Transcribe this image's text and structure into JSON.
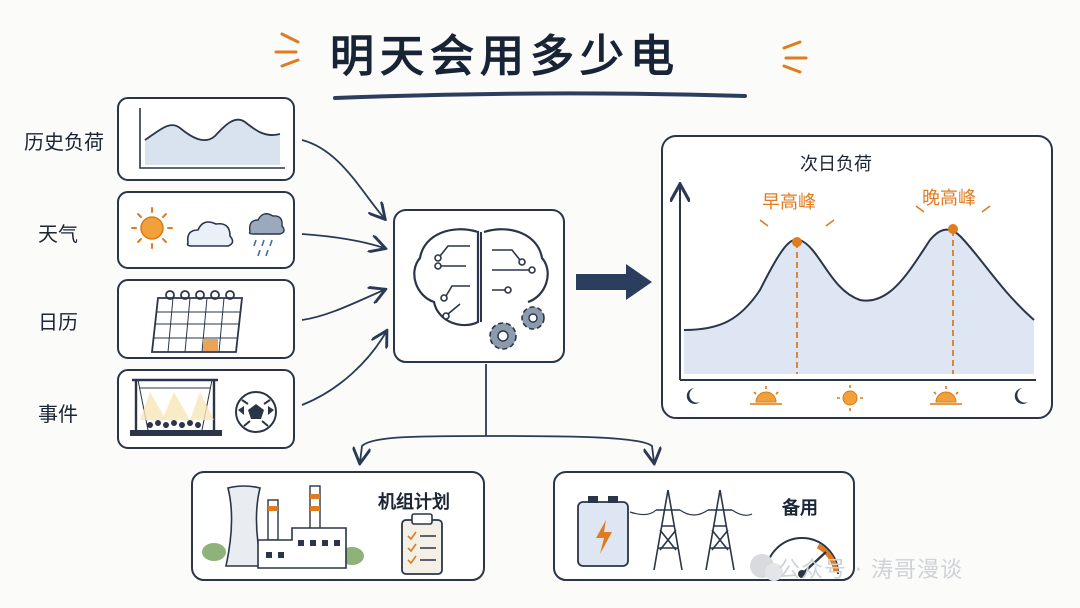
{
  "title": "明天会用多少电",
  "inputs": [
    {
      "label": "历史负荷",
      "icon": "history-load-chart-icon"
    },
    {
      "label": "天气",
      "icon": "weather-icon"
    },
    {
      "label": "日历",
      "icon": "calendar-icon"
    },
    {
      "label": "事件",
      "icon": "event-stage-icon"
    }
  ],
  "chart": {
    "title": "次日负荷",
    "peaks": [
      "早高峰",
      "晚高峰"
    ]
  },
  "outputs": [
    {
      "label": "机组计划",
      "icon": "power-plant-icon"
    },
    {
      "label": "备用",
      "icon": "grid-battery-icon"
    }
  ],
  "watermark": "公众号 · 涛哥漫谈",
  "colors": {
    "ink": "#1e2a3e",
    "accent": "#e07b1f",
    "fill": "#d9e3f0",
    "panel": "#ffffff"
  }
}
